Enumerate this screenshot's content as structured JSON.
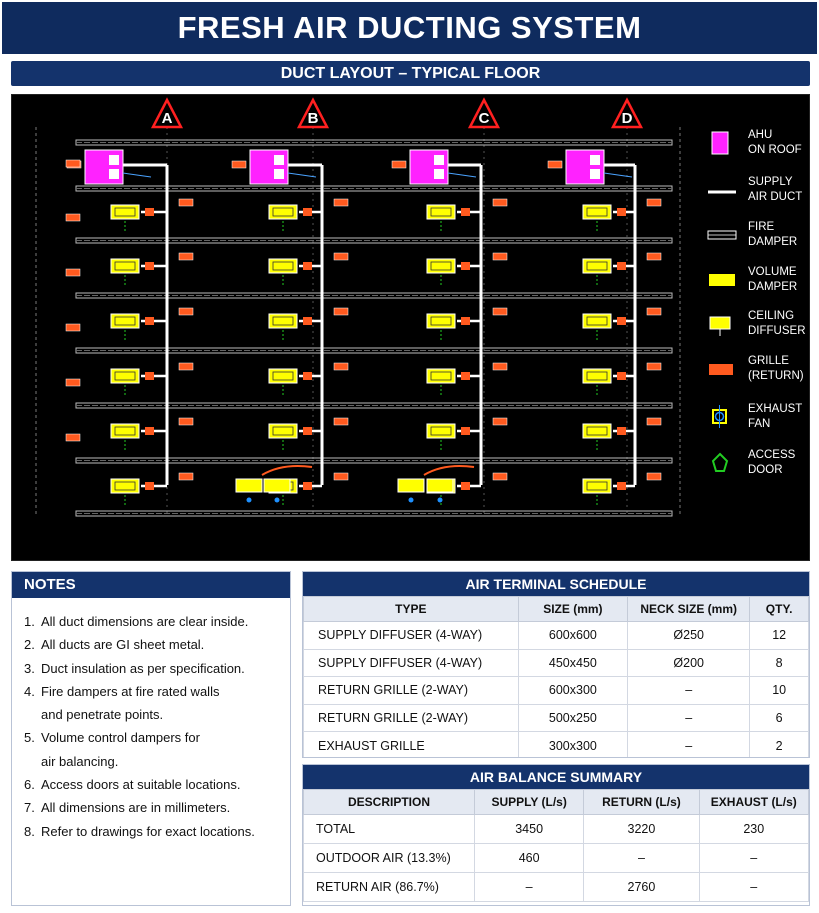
{
  "title": "FRESH AIR DUCTING SYSTEM",
  "subtitle": "DUCT LAYOUT – TYPICAL FLOOR",
  "drawing": {
    "grid_labels": [
      "A",
      "B",
      "C",
      "D"
    ],
    "legend": [
      {
        "icon": "ahu-icon",
        "line1": "AHU",
        "line2": "ON ROOF"
      },
      {
        "icon": "supply-air-duct-icon",
        "line1": "SUPPLY",
        "line2": "AIR DUCT"
      },
      {
        "icon": "fire-damper-icon",
        "line1": "FIRE",
        "line2": "DAMPER"
      },
      {
        "icon": "volume-damper-icon",
        "line1": "VOLUME",
        "line2": "DAMPER"
      },
      {
        "icon": "ceiling-diffuser-icon",
        "line1": "CEILING",
        "line2": "DIFFUSER"
      },
      {
        "icon": "grille-return-icon",
        "line1": "GRILLE",
        "line2": "(RETURN)"
      },
      {
        "icon": "exhaust-fan-icon",
        "line1": "EXHAUST",
        "line2": "FAN"
      },
      {
        "icon": "access-door-icon",
        "line1": "ACCESS",
        "line2": "DOOR"
      }
    ],
    "colors": {
      "ahu": "#ff22ff",
      "duct": "#ffffff",
      "volume_damper": "#ffff00",
      "grille": "#ff5a1f",
      "access_door": "#22cc22",
      "exhaust_fan": "#1e90ff",
      "grid_marker": "#ff2020"
    }
  },
  "notes": {
    "heading": "NOTES",
    "items": [
      {
        "num": "1.",
        "text": "All duct dimensions are clear inside."
      },
      {
        "num": "2.",
        "text": "All ducts are GI sheet metal."
      },
      {
        "num": "3.",
        "text": "Duct insulation as per specification."
      },
      {
        "num": "4.",
        "text": "Fire dampers at fire rated walls\nand penetrate points."
      },
      {
        "num": "5.",
        "text": "Volume control dampers for\nair balancing."
      },
      {
        "num": "6.",
        "text": "Access doors at suitable locations."
      },
      {
        "num": "7.",
        "text": "All dimensions are in millimeters."
      },
      {
        "num": "8.",
        "text": "Refer to drawings for exact locations."
      }
    ]
  },
  "air_terminal_schedule": {
    "heading": "AIR TERMINAL SCHEDULE",
    "columns": [
      "TYPE",
      "SIZE (mm)",
      "NECK SIZE (mm)",
      "QTY."
    ],
    "rows": [
      [
        "SUPPLY DIFFUSER (4-WAY)",
        "600x600",
        "Ø250",
        "12"
      ],
      [
        "SUPPLY DIFFUSER (4-WAY)",
        "450x450",
        "Ø200",
        "8"
      ],
      [
        "RETURN GRILLE (2-WAY)",
        "600x300",
        "–",
        "10"
      ],
      [
        "RETURN GRILLE (2-WAY)",
        "500x250",
        "–",
        "6"
      ],
      [
        "EXHAUST GRILLE",
        "300x300",
        "–",
        "2"
      ]
    ]
  },
  "air_balance_summary": {
    "heading": "AIR BALANCE SUMMARY",
    "columns": [
      "DESCRIPTION",
      "SUPPLY (L/s)",
      "RETURN (L/s)",
      "EXHAUST (L/s)"
    ],
    "rows": [
      [
        "TOTAL",
        "3450",
        "3220",
        "230"
      ],
      [
        "OUTDOOR AIR (13.3%)",
        "460",
        "–",
        "–"
      ],
      [
        "RETURN AIR (86.7%)",
        "–",
        "2760",
        "–"
      ]
    ]
  }
}
